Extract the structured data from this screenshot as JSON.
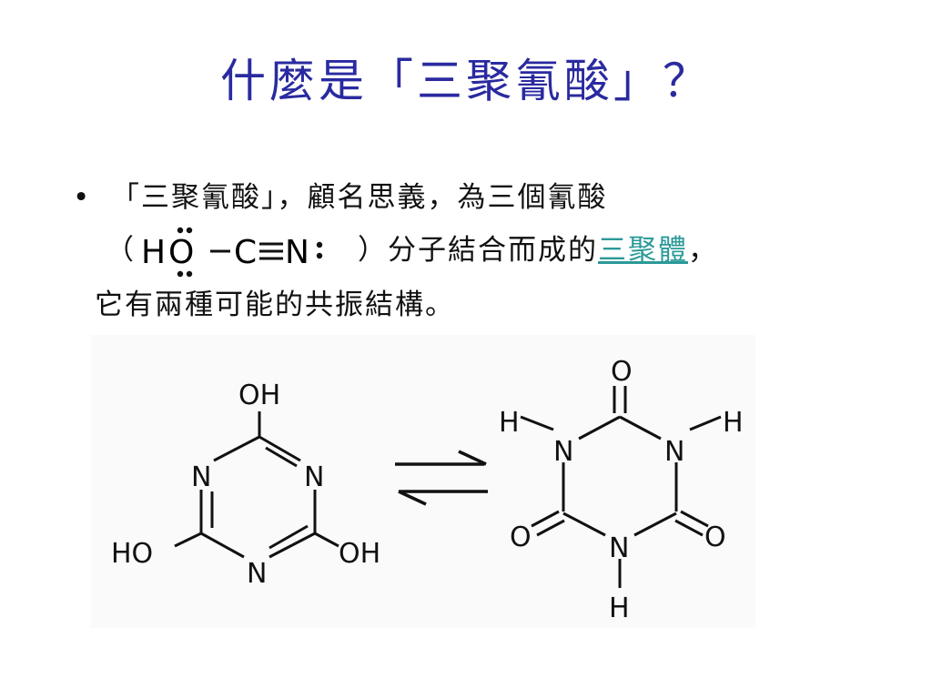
{
  "slide": {
    "title": "什麼是「三聚氰酸」？",
    "bullet": {
      "marker": "•",
      "line1": "「三聚氰酸」，顧名思義，為三個氰酸",
      "line2_open": "（",
      "line2_close": "）分子結合而成的",
      "link_text": "三聚體",
      "line2_end": "，",
      "line3": "它有兩種可能的共振結構。"
    }
  },
  "cyanic_acid_formula": {
    "atoms": [
      "H",
      "O",
      "C",
      "N"
    ]
  },
  "structures": {
    "left": {
      "labels": {
        "top": "OH",
        "ring_left": "N",
        "ring_right": "N",
        "ring_bottom": "N",
        "bottom_left": "HO",
        "bottom_right": "OH"
      }
    },
    "right": {
      "labels": {
        "top": "O",
        "ring_left": "N",
        "ring_right": "N",
        "ring_bottom": "N",
        "h_left": "H",
        "h_right": "H",
        "h_bottom": "H",
        "o_left": "O",
        "o_right": "O"
      }
    }
  },
  "colors": {
    "title": "#2a2aa0",
    "text": "#111111",
    "link": "#2a9a98"
  }
}
